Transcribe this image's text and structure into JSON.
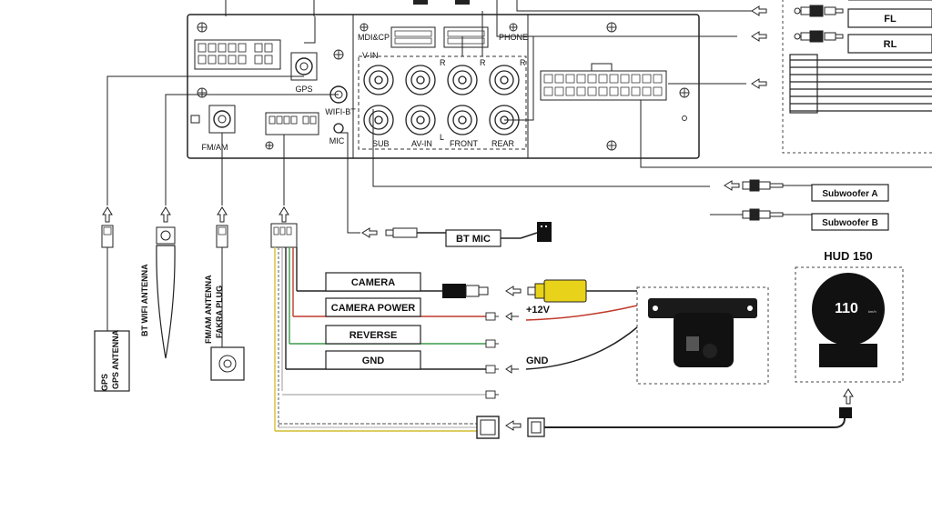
{
  "unit_labels": {
    "mdi_cp": "MDI&CP",
    "phone": "PHONE",
    "v_in": "V-IN",
    "gps": "GPS",
    "wifi_bt": "WIFI-BT",
    "fm_am": "FM/AM",
    "mic": "MIC",
    "sub": "SUB",
    "av_in": "AV-IN",
    "front": "FRONT",
    "rear": "REAR",
    "r_mark": "R",
    "l_mark": "L"
  },
  "outputs": {
    "fl": "FL",
    "rl": "RL",
    "subwoofer_a": "Subwoofer A",
    "subwoofer_b": "Subwoofer B"
  },
  "accessories": {
    "gps_antenna": "GPS ANTENNA",
    "bt_wifi_antenna": "BT WIFI ANTENNA",
    "fm_am_antenna_line1": "FM/AM ANTENNA",
    "fm_am_antenna_line2": "FAKRA PLUG",
    "bt_mic": "BT MIC"
  },
  "harness": {
    "camera": "CAMERA",
    "camera_power": "CAMERA POWER",
    "reverse": "REVERSE",
    "gnd": "GND",
    "plus_12v": "+12V",
    "gnd_right": "GND"
  },
  "hud": {
    "title": "HUD 150",
    "speed": "110",
    "unit": "km/h"
  },
  "colors": {
    "power_wire": "#c0392b",
    "reverse_wire": "#3a9a4a",
    "gnd_wire": "#222222",
    "harness_yellow": "#e0c020",
    "rca_yellow": "#e8d21a"
  }
}
